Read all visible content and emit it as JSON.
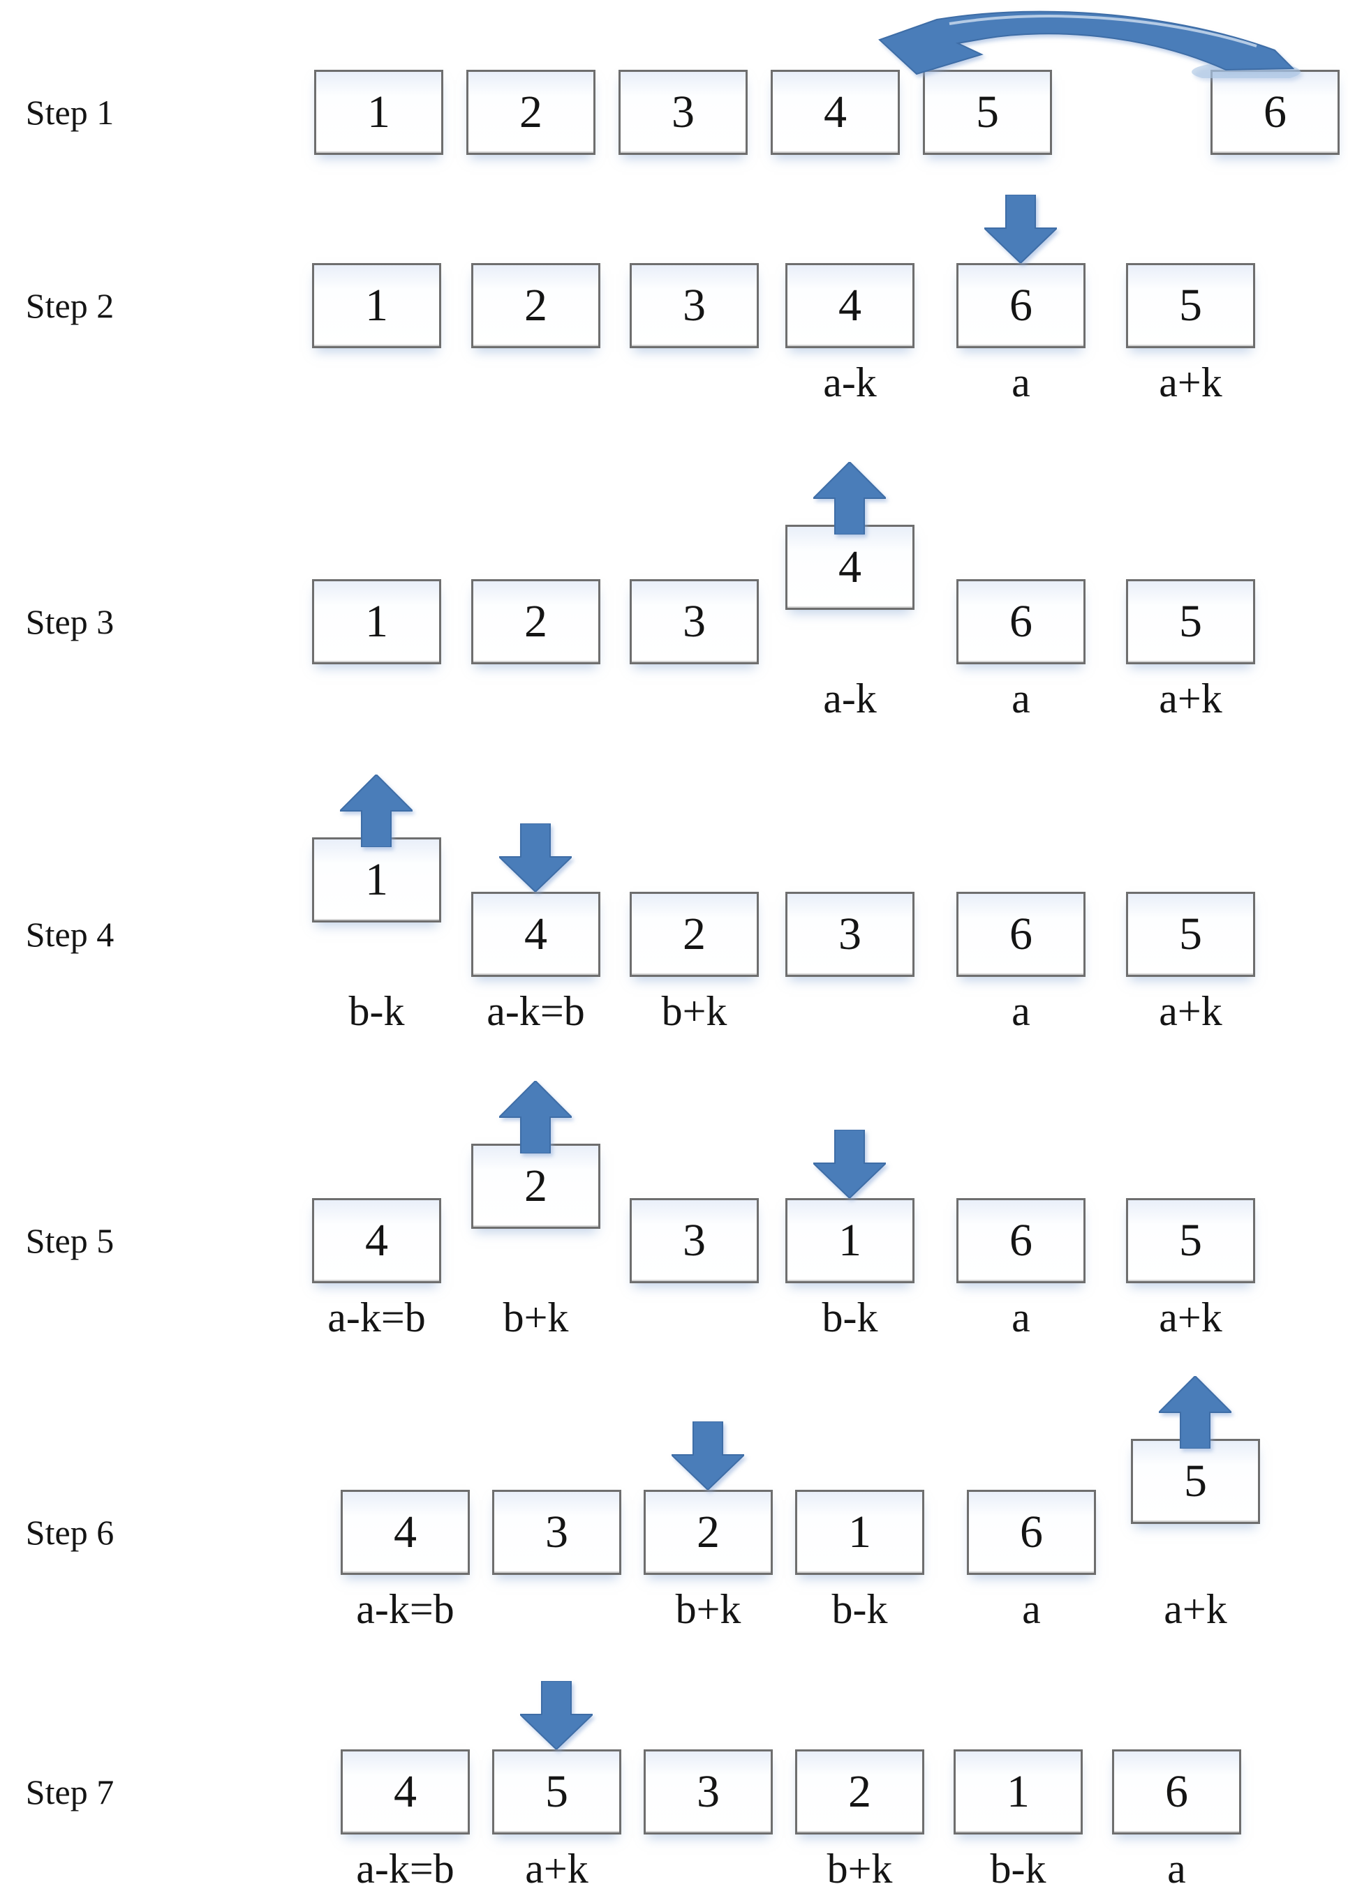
{
  "palette": {
    "arrow_blue": "#4a7db9",
    "arrow_edge": "#3e6da6",
    "arrow_glow": "#aac4e2",
    "box_border": "#6e6e6e",
    "text": "#141414",
    "background": "#ffffff"
  },
  "icons": {
    "down": "down-arrow-icon",
    "up": "up-arrow-icon",
    "curved": "curved-swap-arrow-icon"
  },
  "steps": [
    {
      "name": "Step 1",
      "boxes": [
        {
          "value": "1"
        },
        {
          "value": "2"
        },
        {
          "value": "3"
        },
        {
          "value": "4"
        },
        {
          "value": "5"
        },
        {
          "value": "6"
        }
      ],
      "labels": [],
      "arrows": [
        {
          "type": "curved-swap",
          "from_box": "6",
          "to": "gap between 4 and 5"
        }
      ]
    },
    {
      "name": "Step 2",
      "boxes": [
        {
          "value": "1"
        },
        {
          "value": "2"
        },
        {
          "value": "3"
        },
        {
          "value": "4"
        },
        {
          "value": "6"
        },
        {
          "value": "5"
        }
      ],
      "labels": [
        {
          "text": "a-k",
          "slot": 4
        },
        {
          "text": "a",
          "slot": 5
        },
        {
          "text": "a+k",
          "slot": 6
        }
      ],
      "arrows": [
        {
          "type": "down",
          "slot": 5
        }
      ]
    },
    {
      "name": "Step 3",
      "boxes": [
        {
          "value": "1"
        },
        {
          "value": "2"
        },
        {
          "value": "3"
        },
        {
          "value": "4",
          "elevated": true
        },
        {
          "value": "6"
        },
        {
          "value": "5"
        }
      ],
      "labels": [
        {
          "text": "a-k",
          "slot": 4
        },
        {
          "text": "a",
          "slot": 5
        },
        {
          "text": "a+k",
          "slot": 6
        }
      ],
      "arrows": [
        {
          "type": "up",
          "slot": 4
        }
      ]
    },
    {
      "name": "Step 4",
      "boxes": [
        {
          "value": "1",
          "elevated": true
        },
        {
          "value": "4"
        },
        {
          "value": "2"
        },
        {
          "value": "3"
        },
        {
          "value": "6"
        },
        {
          "value": "5"
        }
      ],
      "labels": [
        {
          "text": "b-k",
          "slot": 1
        },
        {
          "text": "a-k=b",
          "slot": 2
        },
        {
          "text": "b+k",
          "slot": 3
        },
        {
          "text": "a",
          "slot": 5
        },
        {
          "text": "a+k",
          "slot": 6
        }
      ],
      "arrows": [
        {
          "type": "up",
          "slot": 1
        },
        {
          "type": "down",
          "slot": 2
        }
      ]
    },
    {
      "name": "Step 5",
      "boxes": [
        {
          "value": "4"
        },
        {
          "value": "2",
          "elevated": true
        },
        {
          "value": "3"
        },
        {
          "value": "1"
        },
        {
          "value": "6"
        },
        {
          "value": "5"
        }
      ],
      "labels": [
        {
          "text": "a-k=b",
          "slot": 1
        },
        {
          "text": "b+k",
          "slot": 2
        },
        {
          "text": "b-k",
          "slot": 4
        },
        {
          "text": "a",
          "slot": 5
        },
        {
          "text": "a+k",
          "slot": 6
        }
      ],
      "arrows": [
        {
          "type": "up",
          "slot": 2
        },
        {
          "type": "down",
          "slot": 4
        }
      ]
    },
    {
      "name": "Step 6",
      "boxes": [
        {
          "value": "4"
        },
        {
          "value": "3"
        },
        {
          "value": "2"
        },
        {
          "value": "1"
        },
        {
          "value": "6"
        },
        {
          "value": "5",
          "elevated": true
        }
      ],
      "labels": [
        {
          "text": "a-k=b",
          "slot": 1
        },
        {
          "text": "b+k",
          "slot": 3
        },
        {
          "text": "b-k",
          "slot": 4
        },
        {
          "text": "a",
          "slot": 5
        },
        {
          "text": "a+k",
          "slot": 6
        }
      ],
      "arrows": [
        {
          "type": "up",
          "slot": 6
        },
        {
          "type": "down",
          "slot": 3
        }
      ]
    },
    {
      "name": "Step 7",
      "boxes": [
        {
          "value": "4"
        },
        {
          "value": "5"
        },
        {
          "value": "3"
        },
        {
          "value": "2"
        },
        {
          "value": "1"
        },
        {
          "value": "6"
        }
      ],
      "labels": [
        {
          "text": "a-k=b",
          "slot": 1
        },
        {
          "text": "a+k",
          "slot": 2
        },
        {
          "text": "b+k",
          "slot": 4
        },
        {
          "text": "b-k",
          "slot": 5
        },
        {
          "text": "a",
          "slot": 6
        }
      ],
      "arrows": [
        {
          "type": "down",
          "slot": 2
        }
      ]
    }
  ]
}
